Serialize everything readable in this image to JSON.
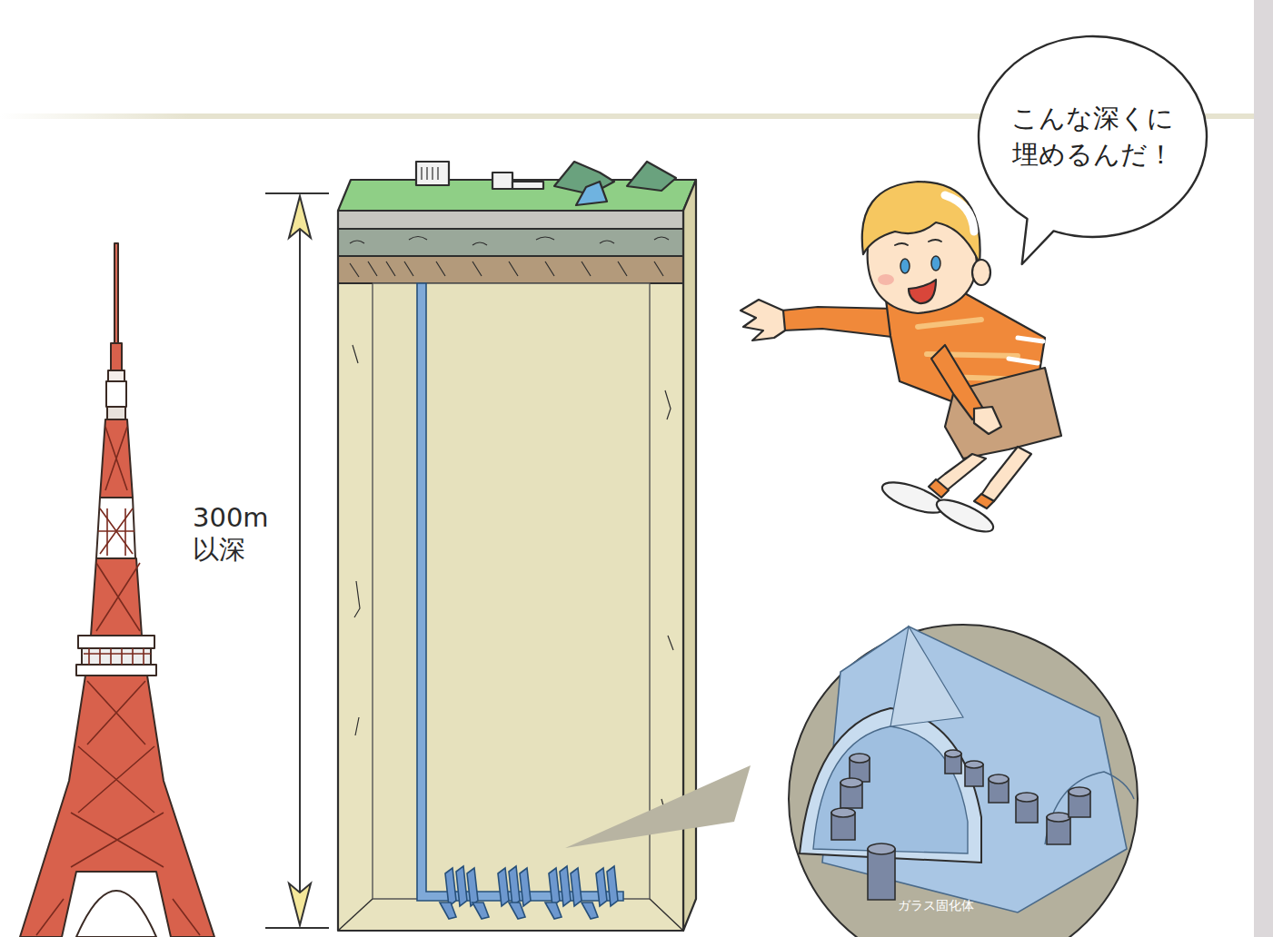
{
  "diagram": {
    "nodes": [
      {
        "text": [
          "こんな深くに 埋めるんだ！"
        ]
      }
    ],
    "labels": [
      "300m 以深",
      "ガラス固化体"
    ]
  }
}
